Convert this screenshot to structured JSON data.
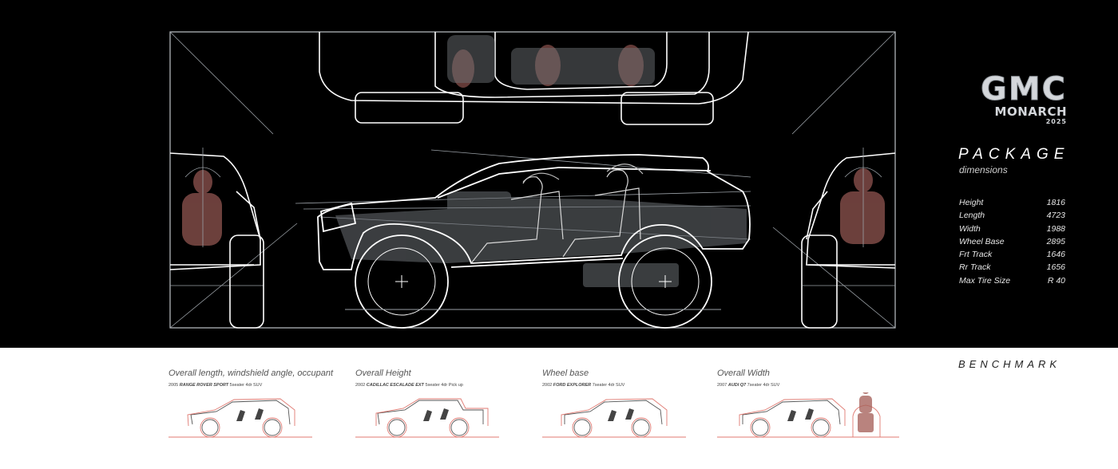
{
  "brand": {
    "logo_text": "GMC",
    "model": "MONARCH",
    "year": "2025"
  },
  "package": {
    "title": "PACKAGE",
    "subtitle": "dimensions",
    "rows": [
      {
        "label": "Height",
        "value": "1816"
      },
      {
        "label": "Length",
        "value": "4723"
      },
      {
        "label": "Width",
        "value": "1988"
      },
      {
        "label": "Wheel Base",
        "value": "2895"
      },
      {
        "label": "Frt Track",
        "value": "1646"
      },
      {
        "label": "Rr Track",
        "value": "1656"
      },
      {
        "label": "Max Tire Size",
        "value": "R 40"
      }
    ]
  },
  "benchmark": {
    "title": "BENCHMARK",
    "items": [
      {
        "heading": "Overall length, windshield angle, occupant",
        "year": "2005",
        "car": "RANGE ROVER SPORT",
        "desc": "5seater 4dr SUV"
      },
      {
        "heading": "Overall Height",
        "year": "2002",
        "car": "CADILLAC ESCALADE EXT",
        "desc": "5seater 4dr Pick up"
      },
      {
        "heading": "Wheel base",
        "year": "2002",
        "car": "FORD EXPLORER",
        "desc": "7seater 4dr SUV"
      },
      {
        "heading": "Overall Width",
        "year": "2007",
        "car": "AUDI Q7",
        "desc": "7seater 4dr SUV"
      }
    ]
  },
  "colors": {
    "background_top": "#000000",
    "line_white": "#ffffff",
    "occupant_red": "#b46a64",
    "benchmark_red": "#e07a72",
    "benchmark_grey": "#555555"
  }
}
